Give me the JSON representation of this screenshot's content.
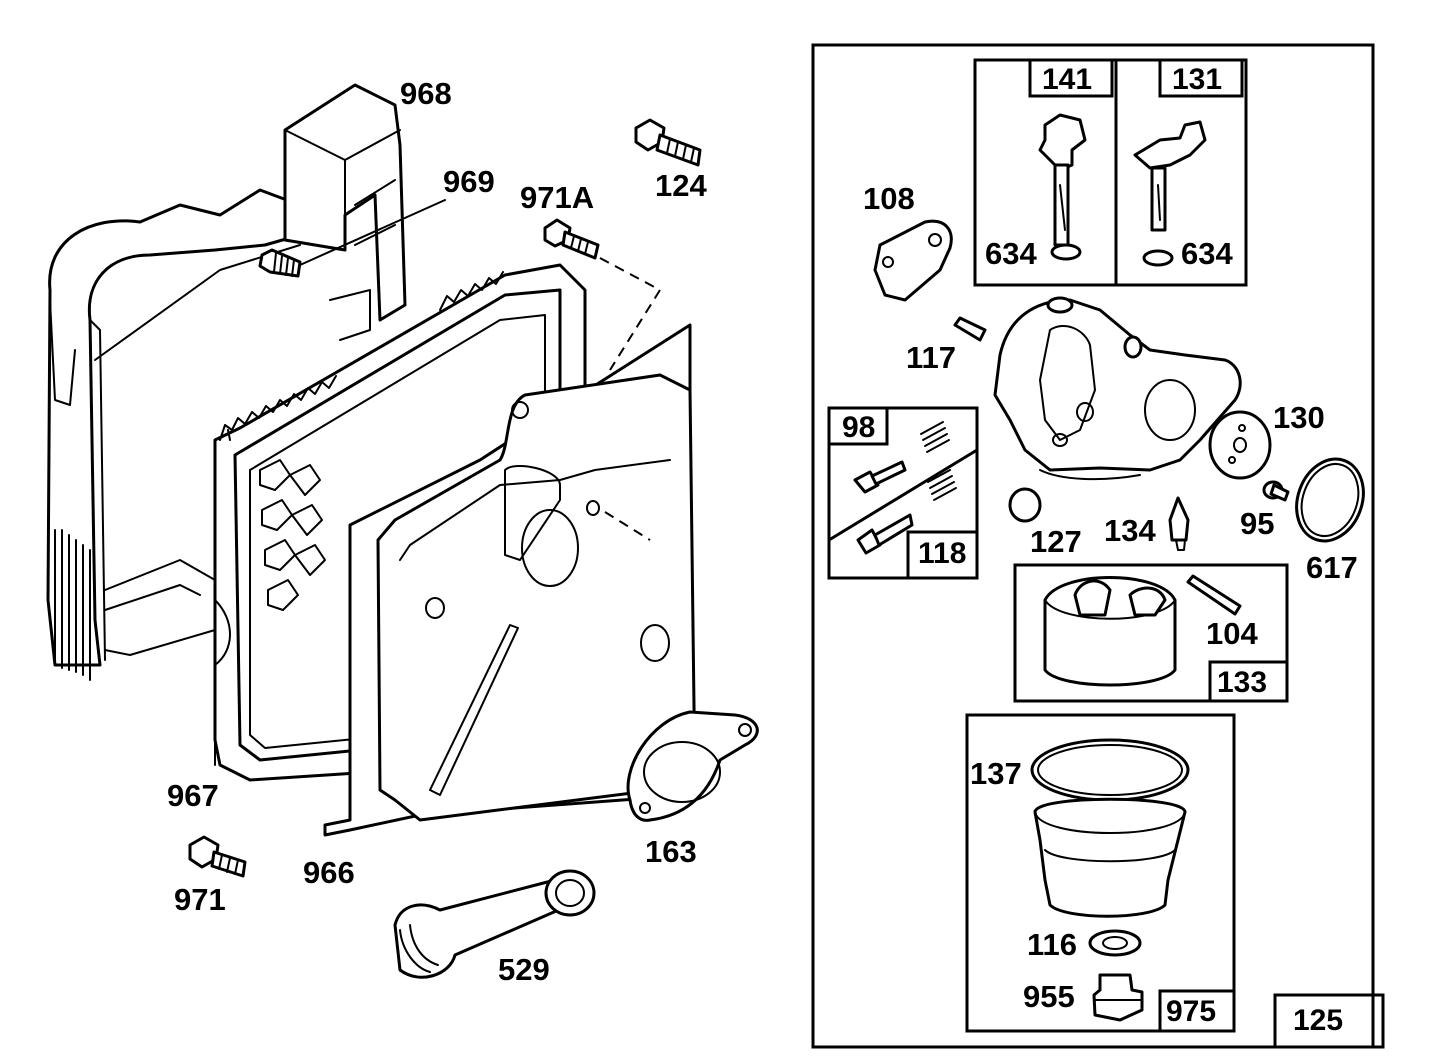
{
  "labels": {
    "p968": "968",
    "p969": "969",
    "p971A": "971A",
    "p124": "124",
    "p967": "967",
    "p971": "971",
    "p966": "966",
    "p163": "163",
    "p529": "529",
    "p108": "108",
    "p634a": "634",
    "p634b": "634",
    "p117": "117",
    "p130": "130",
    "p95": "95",
    "p617": "617",
    "p127": "127",
    "p134": "134",
    "p104": "104",
    "p137": "137",
    "p116": "116",
    "p955": "955"
  },
  "boxes": {
    "b141": "141",
    "b131": "131",
    "b98": "98",
    "b118": "118",
    "b133": "133",
    "b975": "975",
    "b125": "125"
  }
}
